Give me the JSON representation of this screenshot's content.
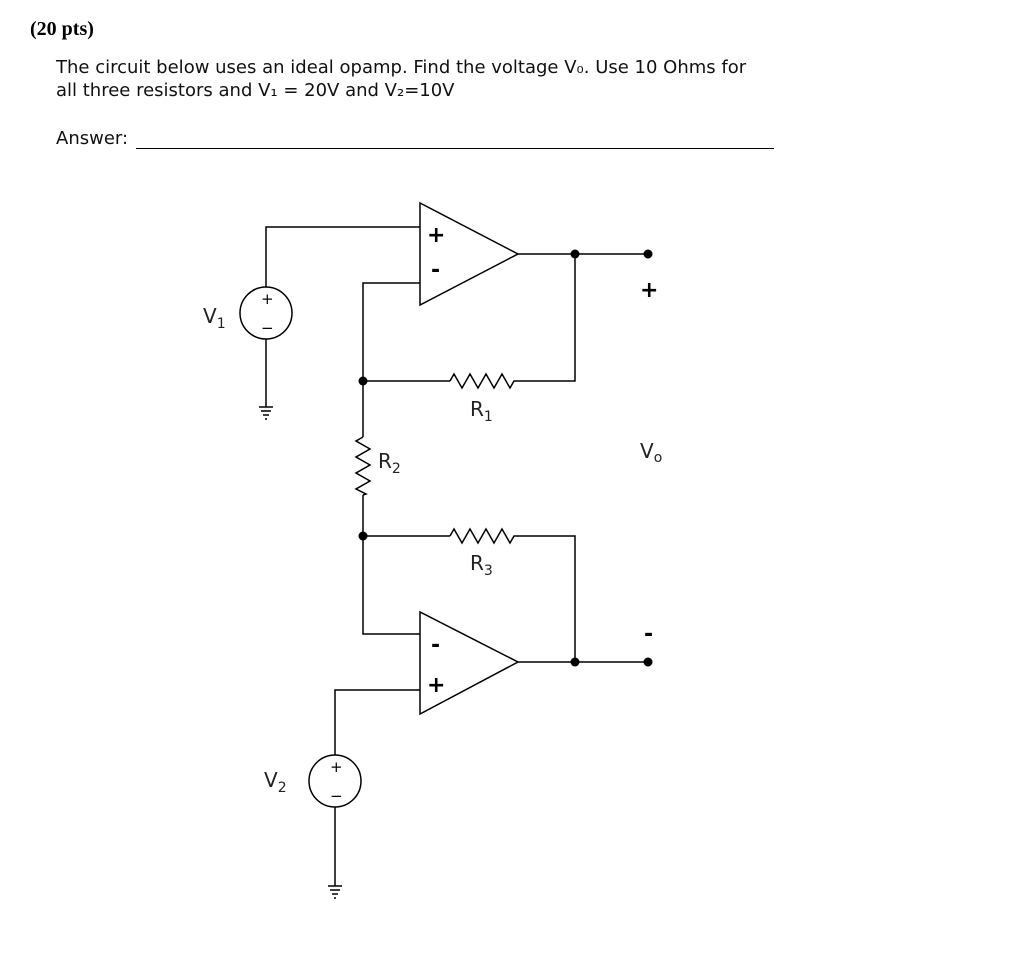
{
  "header": {
    "points": "(20 pts)"
  },
  "question": {
    "line1": "The circuit below uses an ideal opamp. Find the voltage V₀. Use 10 Ohms for",
    "line2": "all three resistors and V₁ = 20V and V₂=10V"
  },
  "answer": {
    "label": "Answer:",
    "value": ""
  },
  "circuit": {
    "v1": {
      "main": "V",
      "sub": "1"
    },
    "v2": {
      "main": "V",
      "sub": "2"
    },
    "r1": {
      "main": "R",
      "sub": "1"
    },
    "r2": {
      "main": "R",
      "sub": "2"
    },
    "r3": {
      "main": "R",
      "sub": "3"
    },
    "vo": {
      "main": "V",
      "sub": "o"
    },
    "plus": "+",
    "minus": "-",
    "src_plus": "+",
    "src_minus": "−"
  }
}
